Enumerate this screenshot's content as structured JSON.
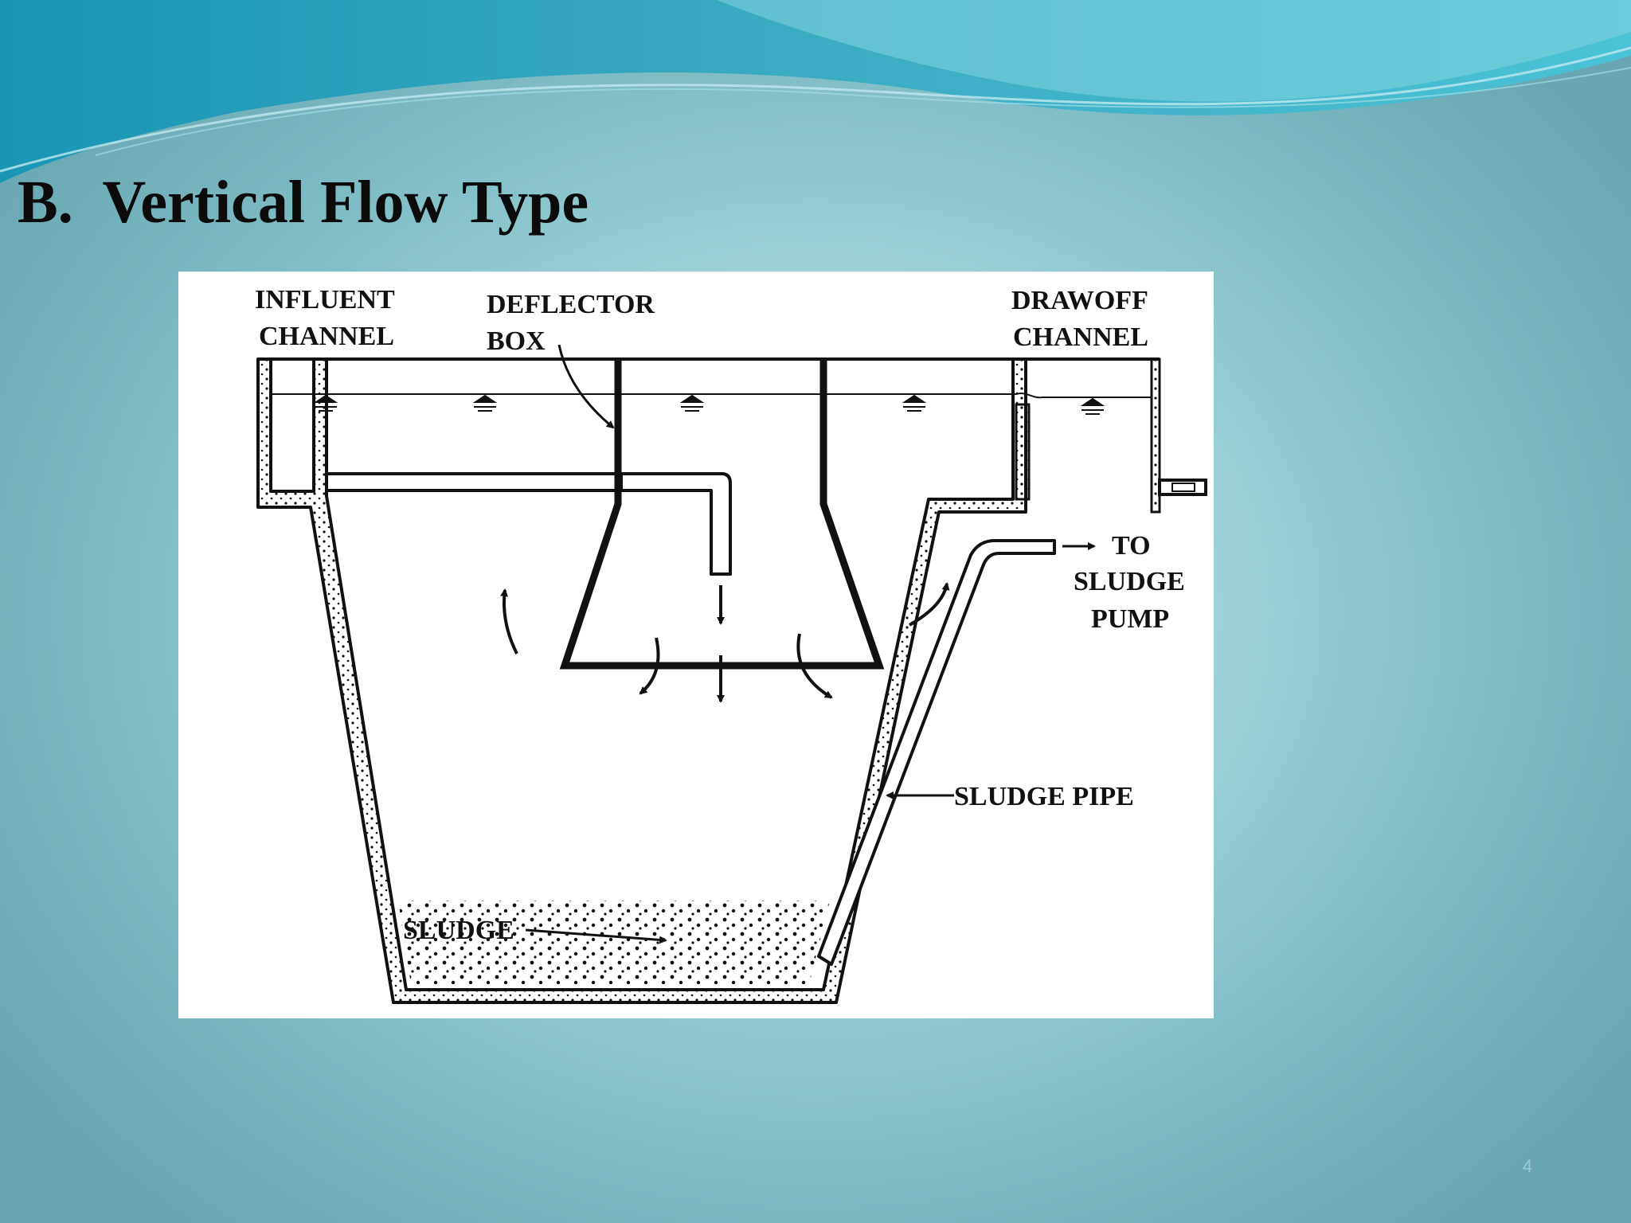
{
  "slide": {
    "title": "B.  Vertical Flow Type",
    "slide_number": "4"
  },
  "diagram": {
    "labels": {
      "influent_line1": "INFLUENT",
      "influent_line2": "CHANNEL",
      "deflector_line1": "DEFLECTOR",
      "deflector_line2": "BOX",
      "drawoff_line1": "DRAWOFF",
      "drawoff_line2": "CHANNEL",
      "pump_line1": "TO",
      "pump_line2": "SLUDGE",
      "pump_line3": "PUMP",
      "sludge_pipe": "SLUDGE PIPE",
      "sludge": "SLUDGE"
    }
  },
  "colors": {
    "banner_dark": "#1b9fbd",
    "banner_light": "#7ccfdc",
    "title_text": "#0b0b0b"
  }
}
